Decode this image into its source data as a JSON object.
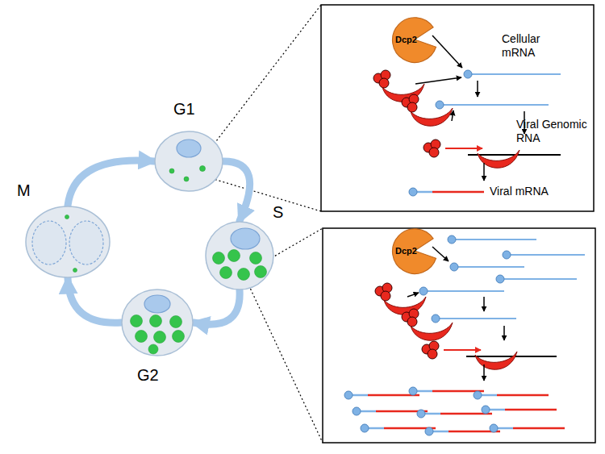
{
  "diagram": {
    "nodes": [
      {
        "text": [
          "G1"
        ]
      },
      {
        "text": [
          "S"
        ]
      },
      {
        "text": [
          "G2"
        ]
      },
      {
        "text": [
          "M"
        ]
      },
      {
        "text": [
          "Dcp2"
        ]
      },
      {
        "text": [
          "Dcp2"
        ]
      }
    ],
    "edges": [
      {
        "from": 0,
        "to": 1,
        "arrow": "to"
      },
      {
        "from": 1,
        "to": 2,
        "arrow": "to"
      },
      {
        "from": 2,
        "to": 3,
        "arrow": "to"
      },
      {
        "from": 3,
        "to": 0,
        "arrow": "to"
      }
    ],
    "labels": [
      "Cellular mRNA",
      "Viral Genomic RNA",
      "Viral mRNA"
    ]
  }
}
